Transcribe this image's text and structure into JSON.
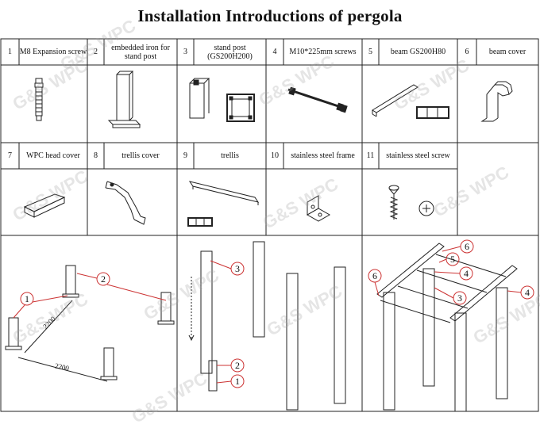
{
  "title": "Installation Introductions of pergola",
  "watermark": "G&S WPC",
  "row1": [
    {
      "no": "1",
      "name": "M8 Expansion screw"
    },
    {
      "no": "2",
      "name": "embedded iron for stand post"
    },
    {
      "no": "3",
      "name": "stand post (GS200H200)"
    },
    {
      "no": "4",
      "name": "M10*225mm screws"
    },
    {
      "no": "5",
      "name": "beam GS200H80"
    },
    {
      "no": "6",
      "name": "beam cover"
    }
  ],
  "row2": [
    {
      "no": "7",
      "name": "WPC head cover"
    },
    {
      "no": "8",
      "name": "trellis cover"
    },
    {
      "no": "9",
      "name": "trellis"
    },
    {
      "no": "10",
      "name": "stainless steel frame"
    },
    {
      "no": "11",
      "name": "stainless steel screw"
    }
  ],
  "step1": {
    "dim_a": "2200",
    "dim_b": "2200",
    "callouts": [
      "1",
      "2"
    ]
  },
  "step2": {
    "callouts": [
      "3",
      "2",
      "1"
    ]
  },
  "step3": {
    "callouts": [
      "6",
      "5",
      "4",
      "6",
      "3",
      "4"
    ]
  }
}
